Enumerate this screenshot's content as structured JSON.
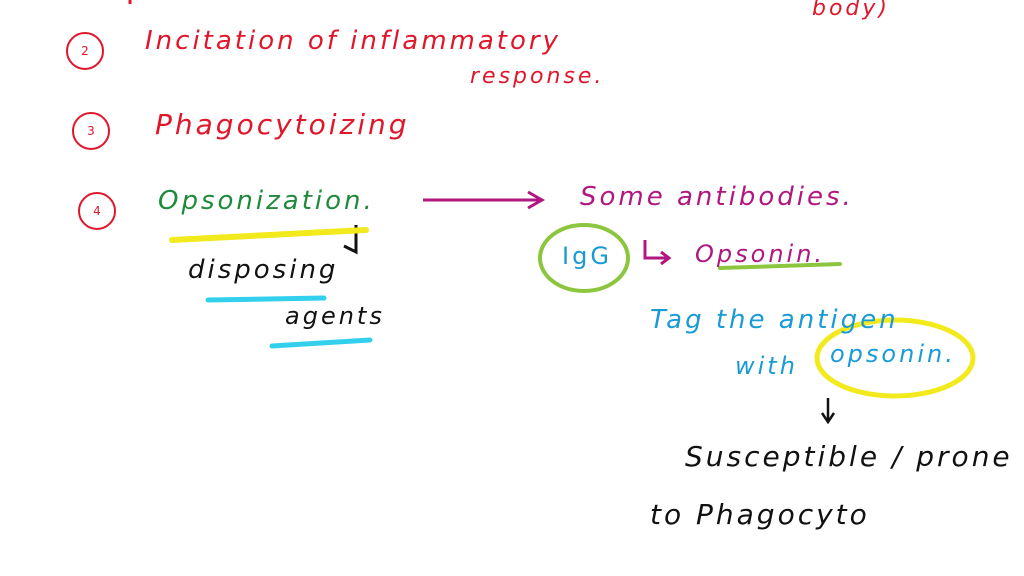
{
  "notes": {
    "top_fragment": "body)",
    "items": [
      {
        "number": "2",
        "text": "Incitation of inflammatory",
        "continuation": "response."
      },
      {
        "number": "3",
        "text": "Phagocytoizing"
      },
      {
        "number": "4",
        "text": "Opsonization."
      }
    ],
    "opsonization_arrow_note": "disposing",
    "opsonization_arrow_note_2": "agents",
    "arrow_target": "Some antibodies.",
    "antibody": "IgG",
    "antibody_role": "Opsonin.",
    "tag_line_1": "Tag the antigen",
    "tag_line_2": "with",
    "tag_circled": "opsonin.",
    "result_line_1": "Susceptible / prone",
    "result_line_2": "to Phagocyto"
  },
  "colors": {
    "red": "#e0162b",
    "green": "#1f8a3c",
    "purple": "#b0177f",
    "blue": "#1a9ad6",
    "black": "#111111",
    "yellow_highlight": "#f2ea1d",
    "cyan_highlight": "#33d0ee",
    "lime_circle": "#8cc63f"
  }
}
